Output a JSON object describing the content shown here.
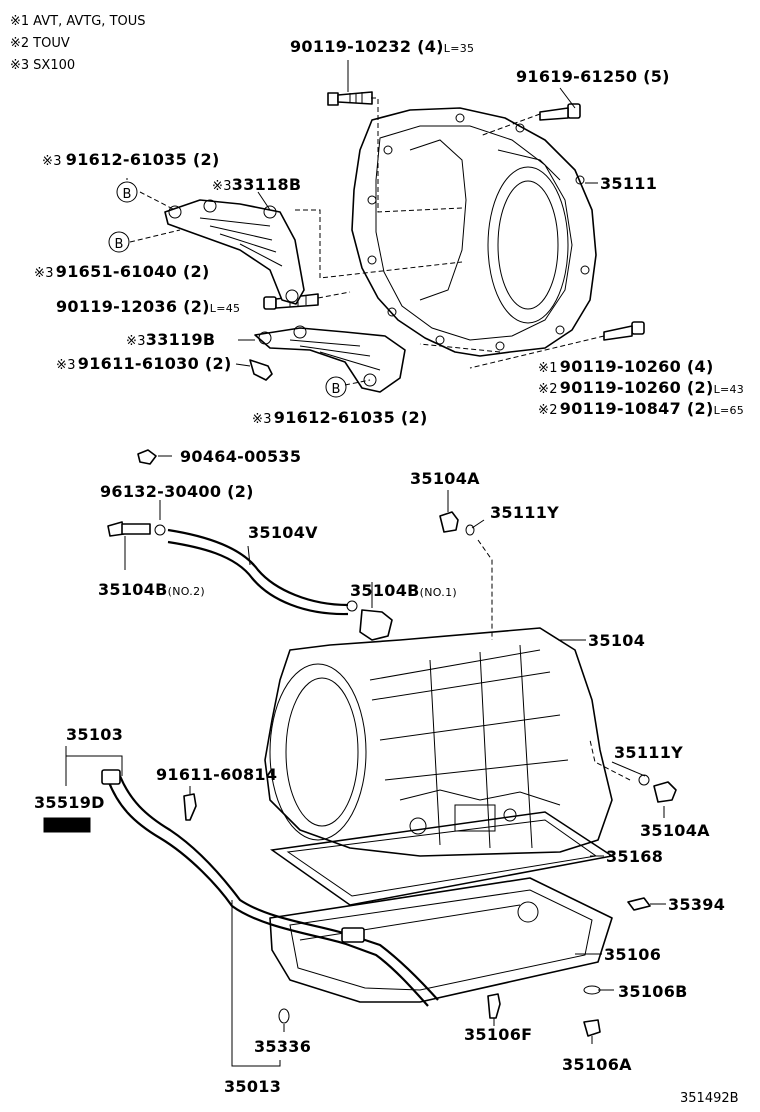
{
  "notes": [
    {
      "mark": "※1",
      "text": "AVT, AVTG, TOUS"
    },
    {
      "mark": "※2",
      "text": "TOUV"
    },
    {
      "mark": "※3",
      "text": "SX100"
    }
  ],
  "parts": {
    "p90119_10232": {
      "main": "90119-10232 (4)",
      "suffix": "L=35"
    },
    "p91619_61250": {
      "main": "91619-61250 (5)"
    },
    "p91612_61035_top": {
      "mark": "※3",
      "main": "91612-61035 (2)"
    },
    "p33118B": {
      "mark": "※3",
      "main": "33118B"
    },
    "p35111": {
      "main": "35111"
    },
    "p91651_61040": {
      "mark": "※3",
      "main": "91651-61040 (2)"
    },
    "p90119_12036": {
      "main": "90119-12036 (2)",
      "suffix": "L=45"
    },
    "p33119B": {
      "mark": "※3",
      "main": "33119B"
    },
    "p91611_61030": {
      "mark": "※3",
      "main": "91611-61030 (2)"
    },
    "p90119_10260_1": {
      "mark": "※1",
      "main": "90119-10260 (4)"
    },
    "p90119_10260_2": {
      "mark": "※2",
      "main": "90119-10260 (2)",
      "suffix": "L=43"
    },
    "p90119_10847": {
      "mark": "※2",
      "main": "90119-10847 (2)",
      "suffix": "L=65"
    },
    "p91612_61035_bot": {
      "mark": "※3",
      "main": "91612-61035 (2)"
    },
    "p90464_00535": {
      "main": "90464-00535"
    },
    "p35104A_top": {
      "main": "35104A"
    },
    "p96132_30400": {
      "main": "96132-30400 (2)"
    },
    "p35111Y_top": {
      "main": "35111Y"
    },
    "p35104V": {
      "main": "35104V"
    },
    "p35104B_no2": {
      "main": "35104B",
      "suffix": "(NO.2)"
    },
    "p35104B_no1": {
      "main": "35104B",
      "suffix": "(NO.1)"
    },
    "p35104": {
      "main": "35104"
    },
    "p35103": {
      "main": "35103"
    },
    "p91611_60814": {
      "main": "91611-60814"
    },
    "p35111Y_mid": {
      "main": "35111Y"
    },
    "p35519D": {
      "main": "35519D"
    },
    "p35104A_mid": {
      "main": "35104A"
    },
    "p35168": {
      "main": "35168"
    },
    "p35394": {
      "main": "35394"
    },
    "p35106": {
      "main": "35106"
    },
    "p35106B": {
      "main": "35106B"
    },
    "p35336": {
      "main": "35336"
    },
    "p35106F": {
      "main": "35106F"
    },
    "p35106A": {
      "main": "35106A"
    },
    "p35013": {
      "main": "35013"
    }
  },
  "callouts": {
    "b1": "B",
    "b2": "B",
    "b3": "B"
  },
  "figure_id": "351492B"
}
